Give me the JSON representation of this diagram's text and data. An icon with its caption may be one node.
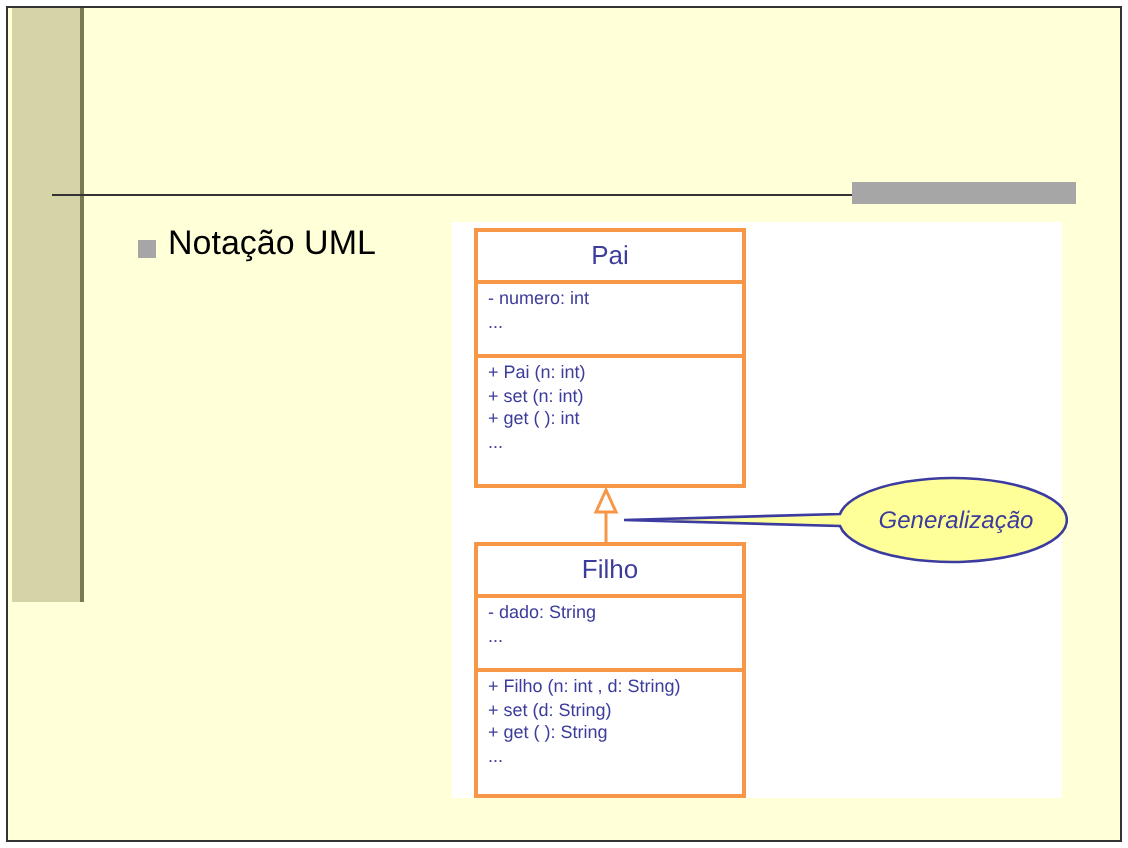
{
  "diagram": {
    "nodes": [
      {
        "text": [
          "Pai",
          "- numero: int",
          "...",
          "+ Pai (n: int)",
          "+ set (n: int)",
          "+ get ( ): int",
          "..."
        ]
      },
      {
        "text": [
          "Filho",
          "- dado: String",
          "...",
          "+ Filho (n: int , d: String)",
          "+ set (d: String)",
          "+ get ( ): String",
          "..."
        ]
      },
      {
        "text": [
          "Generalização"
        ]
      }
    ],
    "edges": [
      {
        "from": 1,
        "to": 0,
        "arrow": "to"
      }
    ],
    "labels": [
      "Notação UML"
    ]
  }
}
